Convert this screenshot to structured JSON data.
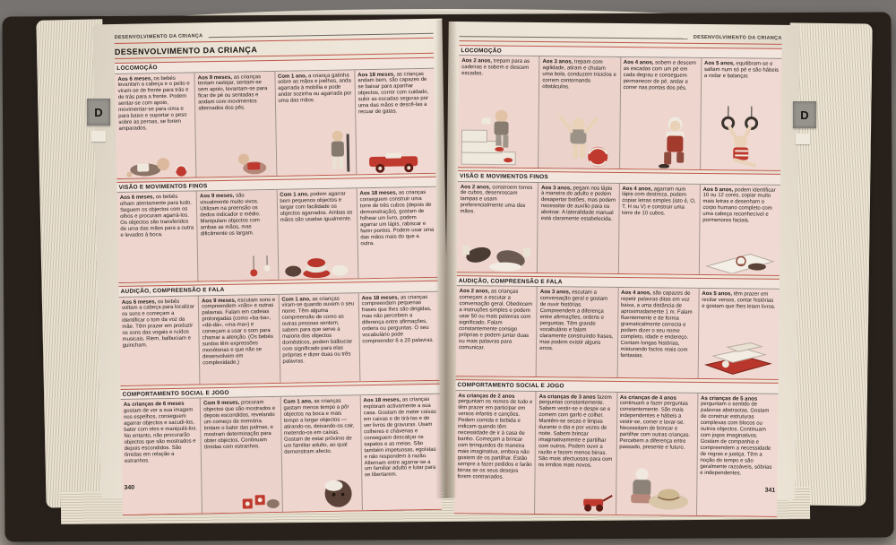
{
  "colors": {
    "accent_red": "#c0564b",
    "page_paper": "#ece4d6",
    "cell_pink": "#eed6cf",
    "cover_dark": "#28211b"
  },
  "book": {
    "left_page": {
      "running_head": "DESENVOLVIMENTO DA CRIANÇA",
      "title": "DESENVOLVIMENTO DA CRIANÇA",
      "tab": "D",
      "page_number": "340",
      "sections": [
        {
          "title": "LOCOMOÇÃO",
          "cells": [
            {
              "lead": "Aos 6 meses,",
              "body": "os bebés levantam a cabeça e o peito e viram-se de frente para trás e de trás para a frente. Podem sentar-se com apoio, movimentar-se para cima e para baixo e suportar o peso sobre as pernas, se forem amparados."
            },
            {
              "lead": "Aos 9 meses,",
              "body": "as crianças tentam rastejar, sentam-se sem apoio, levantam-se para ficar de pé ou sentadas e andam com movimentos alternados dos pés."
            },
            {
              "lead": "Com 1 ano,",
              "body": "a criança gatinha sobre as mãos e joelhos, anda agarrada à mobília e pode andar sozinha ou agarrada por uma das mãos."
            },
            {
              "lead": "Aos 18 meses,",
              "body": "as crianças andam bem, são capazes de se baixar para apanhar objectos, correr com cuidado, subir as escadas seguras por uma das mãos e descê-las a recuar de gatas."
            }
          ]
        },
        {
          "title": "VISÃO E MOVIMENTOS FINOS",
          "cells": [
            {
              "lead": "Aos 6 meses,",
              "body": "os bebés olham atentamente para tudo. Seguem os objectos com os olhos e procuram agarrá-los. Os objectos são transferidos de uma das mãos para a outra e levados à boca."
            },
            {
              "lead": "Aos 9 meses,",
              "body": "são visualmente muito vivos. Utilizam na preensão os dedos indicador e médio. Manipulam objectos com ambas as mãos, mas dificilmente os largam."
            },
            {
              "lead": "Com 1 ano,",
              "body": "podem agarrar bem pequenos objectos e largar com facilidade os objectos agarrados. Ambas as mãos são usadas igualmente."
            },
            {
              "lead": "Aos 18 meses,",
              "body": "as crianças conseguem construir uma torre de três cubos (depois de demonstração), gostam de folhear um livro, podem agarrar um lápis, rabiscar e fazer pontos. Podem usar uma das mãos mais do que a outra."
            }
          ]
        },
        {
          "title": "AUDIÇÃO, COMPREENSÃO E FALA",
          "cells": [
            {
              "lead": "Aos 6 meses,",
              "body": "os bebés voltam a cabeça para localizar os sons e começam a identificar o tom da voz da mãe. Têm prazer em produzir os sons das vogais e ruídos musicais. Riem, balbuciam e guincham."
            },
            {
              "lead": "Aos 9 meses,",
              "body": "escutam sons e compreendem «não» e outras palavras. Falam em cadeias prolongadas (como «ba-ba», «dá-dá», «ma-ma») e começam a usar o som para chamar a atenção. (Os bebés surdos têm expressões monótonas e que não se desenvolvem em complexidade.)"
            },
            {
              "lead": "Com 1 ano,",
              "body": "as crianças viram-se quando ouvem o seu nome. Têm alguma compreensão de como as outras pessoas sentem, sabem para que serve a maioria dos objectos domésticos, podem balbuciar com significado para elas próprias e dizer duas ou três palavras."
            },
            {
              "lead": "Aos 18 meses,",
              "body": "as crianças compreendem pequenas frases que lhes são dirigidas, mas não percebem a diferença entre afirmações, ordens ou perguntas. O seu vocabulário pode compreender 6 a 20 palavras."
            }
          ]
        },
        {
          "title": "COMPORTAMENTO SOCIAL E JOGO",
          "cells": [
            {
              "lead": "As crianças de 6 meses",
              "body": "gostam de ver a sua imagem nos espelhos, conseguem agarrar objectos e sacudi-los, bater com eles e manipulá-los. No entanto, não procurarão objectos que são mostrados e depois escondidos. São tímidas em relação a estranhos."
            },
            {
              "lead": "Com 9 meses,",
              "body": "procuram objectos que são mostrados e depois escondidos, revelando um começo de memória. Imitam o bater das palmas, e mostram determinação para obter objectos. Continuam tímidas com estranhos."
            },
            {
              "lead": "Com 1 ano,",
              "body": "as crianças gastam menos tempo a pôr objectos na boca e mais tempo a largar objectos — atirando-os, deixando-os cair, metendo-os em caixas. Gostam de estar próximo de um familiar adulto, ao qual demonstram afecto."
            },
            {
              "lead": "Aos 18 meses,",
              "body": "as crianças exploram activamente a sua casa. Gostam de meter coisas em caixas e de tirá-las e de ver livros de gravuras. Usam colheres e chávenas e conseguem descalçar os sapatos e as meias. São também impetuosas, egoístas e não respondem à razão. Alternam entre agarrar-se a um familiar adulto e lutar para se libertarem."
            }
          ]
        }
      ]
    },
    "right_page": {
      "running_head": "DESENVOLVIMENTO DA CRIANÇA",
      "tab": "D",
      "page_number": "341",
      "sections": [
        {
          "title": "LOCOMOÇÃO",
          "cells": [
            {
              "lead": "Aos 2 anos,",
              "body": "trepam para as cadeiras e sobem e descem escadas."
            },
            {
              "lead": "Aos 3 anos,",
              "body": "trepam com agilidade, atiram e chutam uma bola, conduzem triciclos e correm contornando obstáculos."
            },
            {
              "lead": "Aos 4 anos,",
              "body": "sobem e descem as escadas com um pé em cada degrau e conseguem permanecer de pé, andar e correr nas pontas dos pés."
            },
            {
              "lead": "Aos 5 anos,",
              "body": "equilibram-se e saltam num só pé e são hábeis a rodar e balançar."
            }
          ]
        },
        {
          "title": "VISÃO E MOVIMENTOS FINOS",
          "cells": [
            {
              "lead": "Aos 2 anos,",
              "body": "constroem torres de cubos, desenroscam tampas e usam preferencialmente uma das mãos."
            },
            {
              "lead": "Aos 3 anos,",
              "body": "pegam nos lápis à maneira do adulto e podem desapertar botões, mas podem necessitar de auxílio para os abotoar. A lateralidade manual está claramente estabelecida."
            },
            {
              "lead": "Aos 4 anos,",
              "body": "agarram num lápis com destreza, podem copiar letras simples (isto é, O, T, H ou V) e construir uma torre de 10 cubos."
            },
            {
              "lead": "Aos 5 anos,",
              "body": "podem identificar 10 ou 12 cores, copiar muito mais letras e desenham o corpo humano completo com uma cabeça reconhecível e pormenores faciais."
            }
          ]
        },
        {
          "title": "AUDIÇÃO, COMPREENSÃO E FALA",
          "cells": [
            {
              "lead": "Aos 2 anos,",
              "body": "as crianças começam a escutar a conversação geral. Obedecem a instruções simples e podem usar 50 ou mais palavras com significado. Falam constantemente consigo próprias e podem juntar duas ou mais palavras para comunicar."
            },
            {
              "lead": "Aos 3 anos,",
              "body": "escutam a conversação geral e gostam de ouvir histórias. Compreendem a diferença entre afirmações, ordens e perguntas. Têm grande vocabulário e falam claramente construindo frases, mas podem existir alguns erros."
            },
            {
              "lead": "Aos 4 anos,",
              "body": "são capazes de repetir palavras ditas em voz baixa, a uma distância de aproximadamente 1 m. Falam fluentemente e de forma gramaticalmente correcta e podem dizer o seu nome completo, idade e endereço. Contam longas histórias, misturando factos reais com fantasias."
            },
            {
              "lead": "Aos 5 anos,",
              "body": "têm prazer em recitar versos, contar histórias e gostam que lhes leiam livros."
            }
          ]
        },
        {
          "title": "COMPORTAMENTO SOCIAL E JOGO",
          "cells": [
            {
              "lead": "As crianças de 2 anos",
              "body": "perguntam os nomes de tudo e têm prazer em participar em versos infantis e canções. Pedem comida e bebida e indicam quando têm necessidade de ir à casa de banho. Começam a brincar com brinquedos de maneira mais imaginativa, embora não gostem de os partilhar. Estão sempre a fazer pedidos e farão birras se os seus desejos forem contrariados."
            },
            {
              "lead": "As crianças de 3 anos",
              "body": "fazem perguntas constantemente. Sabem vestir-se e despir-se e comem com garfo e colher. Mantêm-se secas e limpas durante o dia e por vezes de noite. Sabem brincar imaginativamente e partilhar com outros. Podem ouvir a razão e fazem menos birras. São mais afectuosas para com os irmãos mais novos."
            },
            {
              "lead": "As crianças de 4 anos",
              "body": "continuam a fazer perguntas constantemente. São mais independentes e hábeis a vestir-se, comer e lavar-se. Necessitam de brincar e partilhar com outras crianças. Percebem a diferença entre passado, presente e futuro."
            },
            {
              "lead": "As crianças de 5 anos",
              "body": "perguntam o sentido de palavras abstractas. Gostam de construir estruturas complexas com blocos ou outros objectos. Continuam com jogos imaginativos. Gostam de companhia e compreendem a necessidade de regras e justiça. Têm a noção do tempo e são geralmente razoáveis, sóbrias e independentes."
            }
          ]
        }
      ]
    }
  }
}
